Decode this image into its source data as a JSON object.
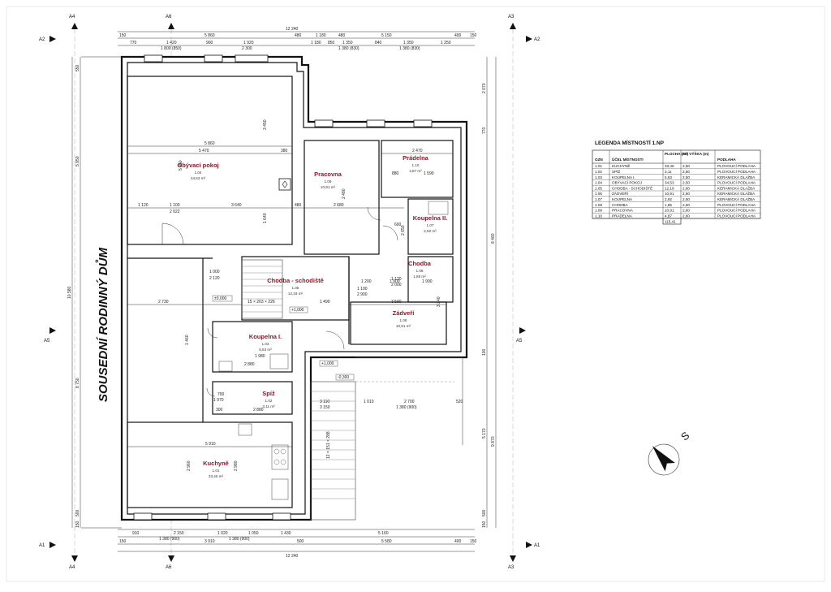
{
  "sheet": {
    "neighbor_label": "SOUSEDNÍ RODINNÝ DŮM",
    "north_label": "S"
  },
  "section_marks": {
    "a4": "A4",
    "a6": "A6",
    "a3": "A3",
    "a2": "A2",
    "a5": "A5",
    "a1": "A1"
  },
  "dims": {
    "top_total": "12 240",
    "bottom_total": "12 240",
    "top_row1": [
      "150",
      "5 860",
      "480",
      "1 180",
      "480",
      "5 150",
      "400",
      "150"
    ],
    "top_row2": [
      "770",
      "1 420",
      "900",
      "1 920",
      "1 180",
      "850",
      "1 350",
      "840",
      "1 350",
      "1 250"
    ],
    "top_row2_sub": [
      "1 800 (850)",
      "2 300",
      "1 380 (830)",
      "1 380 (830)"
    ],
    "bottom_row1": [
      "910",
      "2 150",
      "1 020",
      "1 050",
      "1 430",
      "5 160"
    ],
    "bottom_row1_sub": [
      "1 380 (900)",
      "1 380 (900)"
    ],
    "bottom_row2": [
      "150",
      "3 910",
      "500",
      "5 580",
      "400",
      "150"
    ],
    "left": [
      "550",
      "5 950",
      "10 580",
      "8 750",
      "500",
      "150"
    ],
    "right": [
      "2 070",
      "770",
      "8 460",
      "100",
      "5 170",
      "9 870",
      "500",
      "150"
    ],
    "inner": [
      "5 860",
      "5 470",
      "1 120",
      "1 100",
      "2 022",
      "3 640",
      "480",
      "380",
      "3 450",
      "5 950",
      "1 640",
      "2 480",
      "2 680",
      "2 470",
      "1 590",
      "2 730",
      "1 000",
      "2 120",
      "1 200",
      "1 900",
      "1 990",
      "1 490",
      "3 590",
      "3 240",
      "2 650",
      "5 910",
      "2 960",
      "2 980",
      "2 700",
      "1 380 (900)",
      "1 100",
      "2 900",
      "1 120",
      "2 000",
      "2 880",
      "1 980",
      "2 880",
      "3 110",
      "3 150",
      "1 010",
      "1 460",
      "700",
      "1 970",
      "300",
      "880",
      "600",
      "520"
    ],
    "levels": [
      "±0,000",
      "+1,000",
      "+1,000",
      "-0,300"
    ],
    "stair": [
      "15 × 203 × 226",
      "12 × 151 × 288"
    ]
  },
  "rooms": [
    {
      "name": "Obývací pokoj",
      "code": "1.04",
      "area": "34,53 m²"
    },
    {
      "name": "Pracovna",
      "code": "1.09",
      "area": "10,91 m²"
    },
    {
      "name": "Prádelna",
      "code": "1.10",
      "area": "4,87 m²"
    },
    {
      "name": "Koupelna II.",
      "code": "1.07",
      "area": "2,92 m²"
    },
    {
      "name": "Chodba",
      "code": "1.08",
      "area": "1,85 m²"
    },
    {
      "name": "Chodba - schodiště",
      "code": "1.05",
      "area": "12,19 m²"
    },
    {
      "name": "Zádveří",
      "code": "1.06",
      "area": "10,91 m²"
    },
    {
      "name": "Koupelna I.",
      "code": "1.03",
      "area": "5,53 m²"
    },
    {
      "name": "Spíž",
      "code": "1.02",
      "area": "3,11 m²"
    },
    {
      "name": "Kuchyně",
      "code": "1.01",
      "area": "33,46 m²"
    }
  ],
  "legend": {
    "title": "LEGENDA MÍSTNOSTÍ 1.NP",
    "headers": [
      "OZN",
      "ÚČEL MÍSTNOSTI",
      "PLOCHA (m²)",
      "SV. VÝŠKA (m)",
      "PODLAHA"
    ],
    "rows": [
      [
        "1.01",
        "KUCHYNĚ",
        "33,46",
        "2,50",
        "PLOVOUCÍ PODLAHA"
      ],
      [
        "1.02",
        "SPÍŽ",
        "3,11",
        "2,50",
        "PLOVOUCÍ PODLAHA"
      ],
      [
        "1.03",
        "KOUPELNA I.",
        "5,53",
        "2,50",
        "KERAMICKÁ DLAŽBA"
      ],
      [
        "1.04",
        "OBÝVACÍ POKOJ",
        "34,53",
        "2,50",
        "PLOVOUCÍ PODLAHA"
      ],
      [
        "1.05",
        "CHODBA - SCHODIŠTĚ",
        "12,19",
        "2,60",
        "KERAMICKÁ DLAŽBA"
      ],
      [
        "1.06",
        "ZÁDVEŘÍ",
        "10,91",
        "2,60",
        "KERAMICKÁ DLAŽBA"
      ],
      [
        "1.07",
        "KOUPELNA",
        "2,92",
        "2,60",
        "KERAMICKÁ DLAŽBA"
      ],
      [
        "1.08",
        "CHODBA",
        "1,85",
        "2,60",
        "PLOVOUCÍ PODLAHA"
      ],
      [
        "1.09",
        "PRACOVNA",
        "10,91",
        "2,60",
        "PLOVOUCÍ PODLAHA"
      ],
      [
        "1.10",
        "PRÁDELNA",
        "4,87",
        "2,60",
        "PLOVOUCÍ PODLAHA"
      ]
    ],
    "total": "115,41"
  }
}
